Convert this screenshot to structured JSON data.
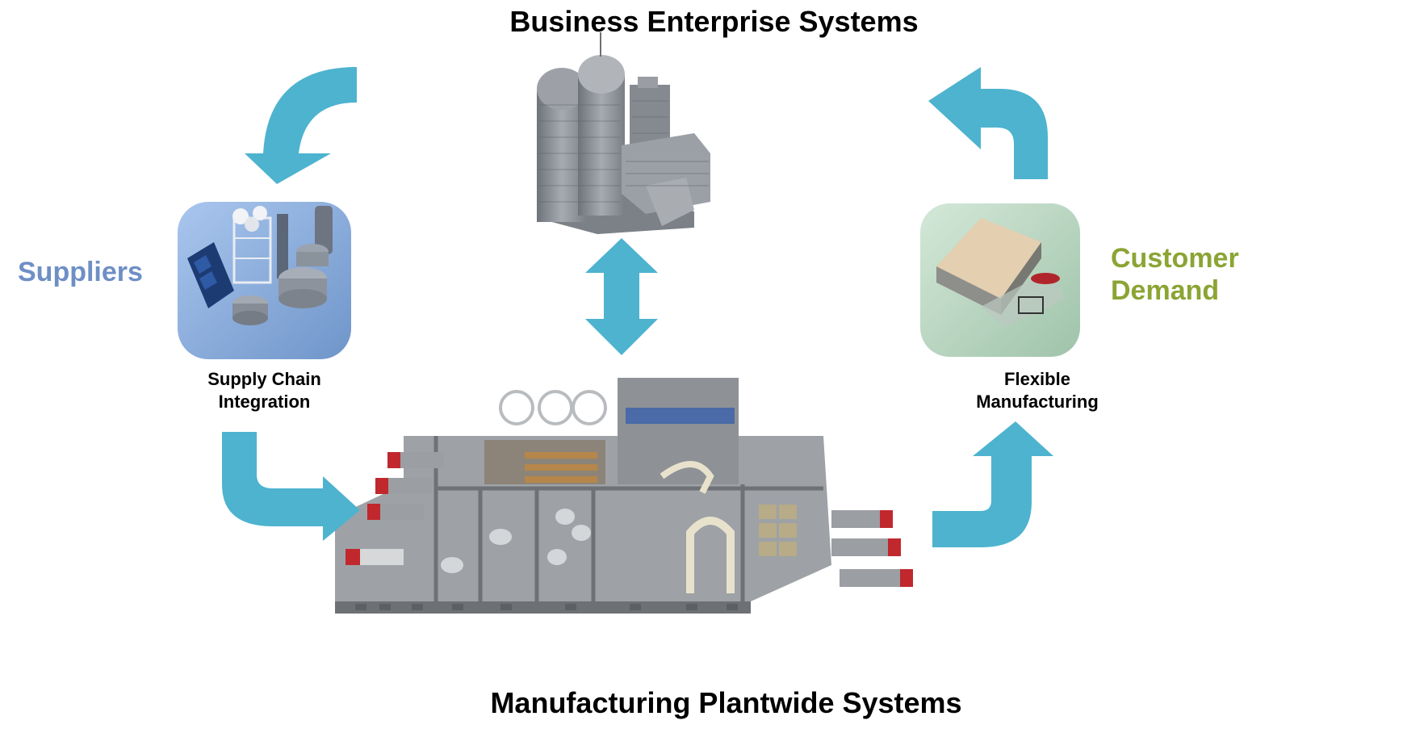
{
  "labels": {
    "top_title": "Business Enterprise Systems",
    "bottom_title": "Manufacturing Plantwide Systems",
    "left_side": "Suppliers",
    "right_side_line1": "Customer",
    "right_side_line2": "Demand",
    "left_caption_line1": "Supply Chain",
    "left_caption_line2": "Integration",
    "right_caption_line1": "Flexible",
    "right_caption_line2": "Manufacturing"
  },
  "colors": {
    "arrow": "#4db3cf",
    "suppliers_text": "#6e8fc6",
    "customer_text": "#8ba434",
    "supply_tile": "#8cb0df",
    "flex_tile": "#b9d6c2",
    "building": "#8e939a",
    "truck_cab": "#c0282d"
  },
  "icons": {
    "enterprise": "office-towers-illustration",
    "supply": "chemical-plant-illustration",
    "flex": "factory-building-illustration",
    "plant": "factory-floor-cutaway-illustration"
  }
}
